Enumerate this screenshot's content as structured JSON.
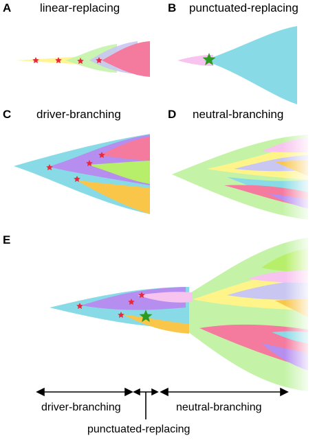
{
  "panels": [
    {
      "letter": "A",
      "title": "linear-replacing"
    },
    {
      "letter": "B",
      "title": "punctuated-replacing"
    },
    {
      "letter": "C",
      "title": "driver-branching"
    },
    {
      "letter": "D",
      "title": "neutral-branching"
    },
    {
      "letter": "E",
      "title": ""
    }
  ],
  "bottom_labels": {
    "driver": "driver-branching",
    "neutral": "neutral-branching",
    "punctuated": "punctuated-replacing"
  },
  "colors": {
    "yellow": "#fff48a",
    "green": "#c4f3a8",
    "lavender": "#c9c6f2",
    "pink": "#f47a9e",
    "cyan": "#88dbe6",
    "light_pink": "#f7c3ef",
    "purple": "#b68ef0",
    "lime": "#b8ef6a",
    "orange": "#f9c64a",
    "red_star": "#e8283c",
    "green_star": "#2e9a22"
  }
}
